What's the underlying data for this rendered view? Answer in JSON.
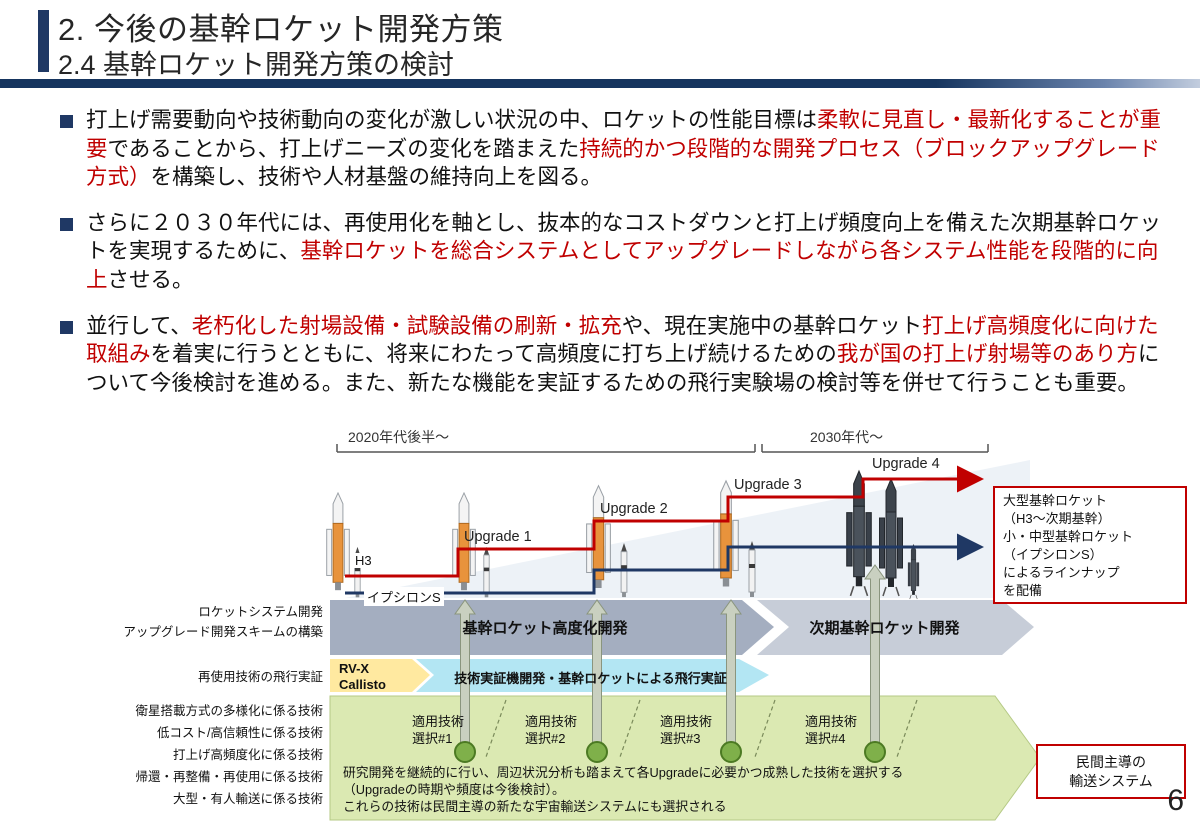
{
  "page_number": "6",
  "header": {
    "title": "2. 今後の基幹ロケット開発方策",
    "subtitle": "2.4  基幹ロケット開発方策の検討"
  },
  "bullets": [
    {
      "segments": [
        {
          "text": "打上げ需要動向や技術動向の変化が激しい状況の中、ロケットの性能目標は",
          "red": false
        },
        {
          "text": "柔軟に見直し・最新化することが重要",
          "red": true
        },
        {
          "text": "であることから、打上げニーズの変化を踏まえた",
          "red": false
        },
        {
          "text": "持続的かつ段階的な開発プロセス（ブロックアップグレード方式）",
          "red": true
        },
        {
          "text": "を構築し、技術や人材基盤の維持向上を図る。",
          "red": false
        }
      ]
    },
    {
      "segments": [
        {
          "text": "さらに２０３０年代には、再使用化を軸とし、抜本的なコストダウンと打上げ頻度向上を備えた次期基幹ロケットを実現するために、",
          "red": false
        },
        {
          "text": "基幹ロケットを総合システムとしてアップグレードしながら各システム性能を段階的に向上",
          "red": true
        },
        {
          "text": "させる。",
          "red": false
        }
      ]
    },
    {
      "segments": [
        {
          "text": "並行して、",
          "red": false
        },
        {
          "text": "老朽化した射場設備・試験設備の刷新・拡充",
          "red": true
        },
        {
          "text": "や、現在実施中の基幹ロケット",
          "red": false
        },
        {
          "text": "打上げ高頻度化に向けた取組み",
          "red": true
        },
        {
          "text": "を着実に行うとともに、将来にわたって高頻度に打ち上げ続けるための",
          "red": false
        },
        {
          "text": "我が国の打上げ射場等のあり方",
          "red": true
        },
        {
          "text": "について今後検討を進める。また、新たな機能を実証するための飛行実験場の検討等を併せて行うことも重要。",
          "red": false
        }
      ]
    }
  ],
  "diagram": {
    "timeline": {
      "label_2020s": "2020年代後半～",
      "label_2030s": "2030年代～"
    },
    "rocket_labels": {
      "h3": "H3",
      "epsilon": "イプシロンS"
    },
    "upgrade_labels": [
      "Upgrade 1",
      "Upgrade 2",
      "Upgrade 3",
      "Upgrade 4"
    ],
    "lineup_box_lines": [
      "大型基幹ロケット",
      "（H3～次期基幹）",
      "小・中型基幹ロケット",
      "（イプシロンS）",
      "によるラインナップ",
      "を配備"
    ],
    "row_labels": {
      "rocket_system_dev": "ロケットシステム開発",
      "upgrade_scheme": "アップグレード開発スキームの構築",
      "reuse_flight_demo": "再使用技術の飛行実証",
      "tech_rows": [
        "衛星搭載方式の多様化に係る技術",
        "低コスト/高信頼性に係る技術",
        "打上げ高頻度化に係る技術",
        "帰還・再整備・再使用に係る技術",
        "大型・有人輸送に係る技術"
      ]
    },
    "bands": {
      "advanced_dev": "基幹ロケット高度化開発",
      "next_gen_dev": "次期基幹ロケット開発",
      "rvx": "RV-X",
      "callisto": "Callisto",
      "flight_demo": "技術実証機開発・基幹ロケットによる飛行実証"
    },
    "selections": [
      {
        "line1": "適用技術",
        "line2": "選択#1"
      },
      {
        "line1": "適用技術",
        "line2": "選択#2"
      },
      {
        "line1": "適用技術",
        "line2": "選択#3"
      },
      {
        "line1": "適用技術",
        "line2": "選択#4"
      }
    ],
    "green_notes": [
      "研究開発を継続的に行い、周辺状況分析も踏まえて各Upgradeに必要かつ成熟した技術を選択する",
      "（Upgradeの時期や頻度は今後検討）。",
      "これらの技術は民間主導の新たな宇宙輸送システムにも選択される"
    ],
    "private_box_lines": [
      "民間主導の",
      "輸送システム"
    ],
    "colors": {
      "accent_navy": "#1F3864",
      "accent_red": "#C00000",
      "band_gray": "#A4AEC0",
      "band_gray_light": "#C7CDD8",
      "band_yellow": "#FFE9A0",
      "band_cyan": "#B3E6F3",
      "band_green": "#DBE9B2"
    }
  }
}
